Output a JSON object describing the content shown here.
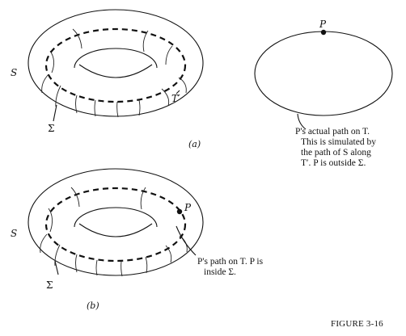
{
  "panel_a": {
    "label_S": "S",
    "label_T_prime": "T′",
    "label_Sigma": "Σ",
    "label_P": "P",
    "caption_lines": [
      "P's actual path on T.",
      "This is simulated by",
      "the path of S along",
      "T′. P is outside Σ."
    ],
    "sub_label": "(a)"
  },
  "panel_b": {
    "label_S": "S",
    "label_Sigma": "Σ",
    "label_P": "P",
    "caption_lines": [
      "P's path on T. P is",
      "inside Σ."
    ],
    "sub_label": "(b)"
  },
  "figure_label": "FIGURE 3-16"
}
